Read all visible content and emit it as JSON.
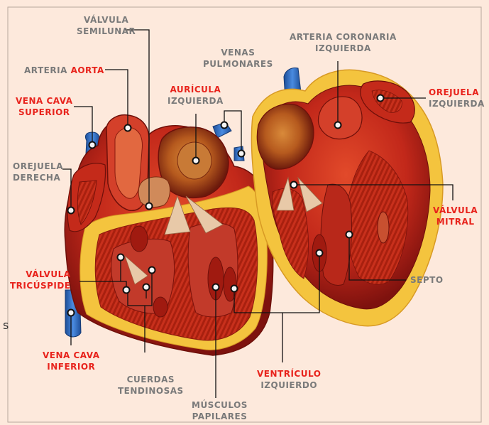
{
  "colors": {
    "background": "#fde9dc",
    "frame": "#b8a79c",
    "label_gray": "#7a7a7a",
    "label_red": "#e8231c",
    "leader": "#111111",
    "muscle_dark": "#8e1410",
    "muscle": "#c2281a",
    "muscle_light": "#de4a2c",
    "fat": "#f4c43e",
    "vein_blue": "#2f6fc2"
  },
  "labels": {
    "valvula_semilunar": [
      "VÁLVULA",
      "SEMILUNAR"
    ],
    "arteria_aorta": {
      "prefix": "ARTERIA",
      "highlight": "AORTA"
    },
    "venas_pulmonares": [
      "VENAS",
      "PULMONARES"
    ],
    "arteria_coronaria_izquierda": [
      "ARTERIA CORONARIA",
      "IZQUIERDA"
    ],
    "vena_cava_superior": [
      "VENA CAVA",
      "SUPERIOR"
    ],
    "auricula_izquierda": {
      "highlight": "AURÍCULA",
      "rest": "IZQUIERDA"
    },
    "orejuela_izquierda": {
      "highlight": "OREJUELA",
      "rest": "IZQUIERDA"
    },
    "orejuela_derecha": [
      "OREJUELA",
      "DERECHA"
    ],
    "valvula_mitral": [
      "VÁLVULA",
      "MITRAL"
    ],
    "valvula_tricuspide": [
      "VÁLVULA",
      "TRICÚSPIDE"
    ],
    "septo": "SEPTO",
    "vena_cava_inferior": [
      "VENA CAVA",
      "INFERIOR"
    ],
    "ventriculo_izquierdo": {
      "highlight": "VENTRÍCULO",
      "rest": "IZQUIERDO"
    },
    "cuerdas_tendinosas": [
      "CUERDAS",
      "TENDINOSAS"
    ],
    "musculos_papilares": [
      "MÚSCULOS",
      "PAPILARES"
    ]
  },
  "stray_glyph": "s"
}
